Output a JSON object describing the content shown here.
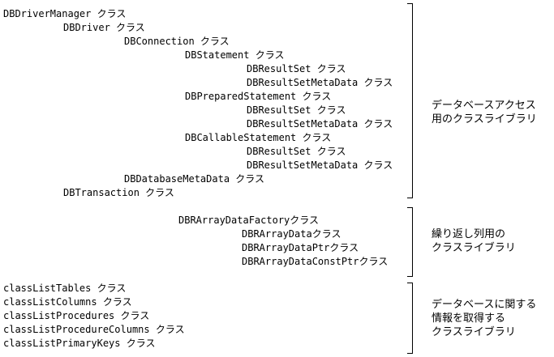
{
  "group1": {
    "lines": [
      "DBDriverManager クラス",
      "DBDriver クラス",
      "DBConnection クラス",
      "DBStatement クラス",
      "DBResultSet クラス",
      "DBResultSetMetaData クラス",
      "DBPreparedStatement クラス",
      "DBResultSet クラス",
      "DBResultSetMetaData クラス",
      "DBCallableStatement クラス",
      "DBResultSet クラス",
      "DBResultSetMetaData クラス",
      "DBDatabaseMetaData クラス",
      "DBTransaction クラス"
    ],
    "label_line1": "データベースアクセス",
    "label_line2": "用のクラスライブラリ"
  },
  "group2": {
    "lines": [
      "DBRArrayDataFactoryクラス",
      "DBRArrayDataクラス",
      "DBRArrayDataPtrクラス",
      "DBRArrayDataConstPtrクラス"
    ],
    "label_line1": "繰り返し列用の",
    "label_line2": "クラスライブラリ"
  },
  "group3": {
    "lines": [
      "classListTables クラス",
      "classListColumns クラス",
      "classListProcedures クラス",
      "classListProcedureColumns クラス",
      "classListPrimaryKeys クラス"
    ],
    "label_line1": "データベースに関する",
    "label_line2": "情報を取得する",
    "label_line3": "クラスライブラリ"
  }
}
